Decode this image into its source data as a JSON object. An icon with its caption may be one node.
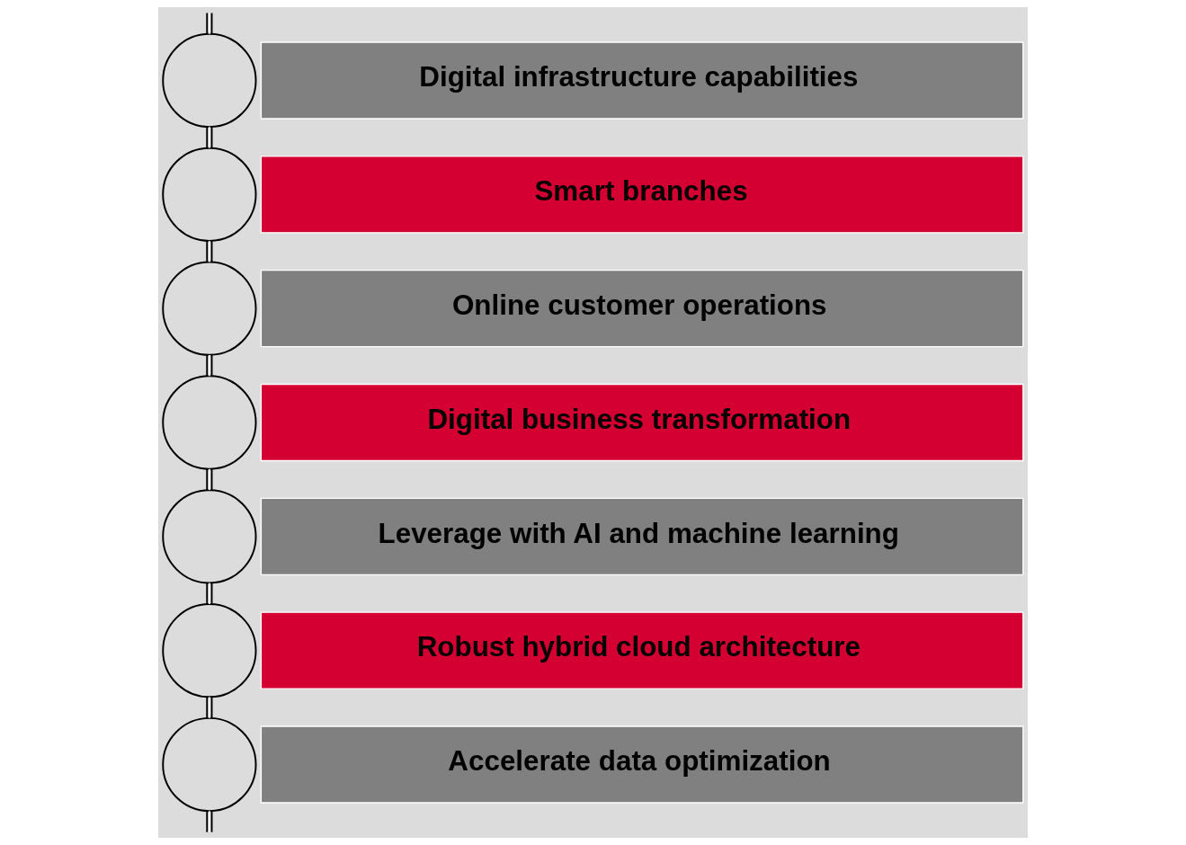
{
  "diagram": {
    "nodes": [
      {
        "text": [],
        "shape": "circle"
      },
      {
        "text": [
          "Digital infrastructure capabilities"
        ]
      },
      {
        "text": [],
        "shape": "circle"
      },
      {
        "text": [
          "Smart branches"
        ]
      },
      {
        "text": [],
        "shape": "circle"
      },
      {
        "text": [
          "Online customer operations"
        ]
      },
      {
        "text": [],
        "shape": "circle"
      },
      {
        "text": [
          "Digital business transformation"
        ]
      },
      {
        "text": [],
        "shape": "circle"
      },
      {
        "text": [
          "Leverage with AI and machine learning"
        ]
      },
      {
        "text": [],
        "shape": "circle"
      },
      {
        "text": [
          "Robust hybrid cloud architecture"
        ]
      },
      {
        "text": [],
        "shape": "circle"
      },
      {
        "text": [
          "Accelerate data optimization"
        ]
      }
    ],
    "edges": [
      {
        "from": null,
        "to": 0,
        "arrow": "none"
      },
      {
        "from": 0,
        "to": 2,
        "arrow": "none"
      },
      {
        "from": 2,
        "to": 4,
        "arrow": "none"
      },
      {
        "from": 4,
        "to": 6,
        "arrow": "none"
      },
      {
        "from": 6,
        "to": 8,
        "arrow": "none"
      },
      {
        "from": 8,
        "to": 10,
        "arrow": "none"
      },
      {
        "from": 10,
        "to": 12,
        "arrow": "none"
      },
      {
        "from": 12,
        "to": null,
        "arrow": "none"
      }
    ]
  }
}
